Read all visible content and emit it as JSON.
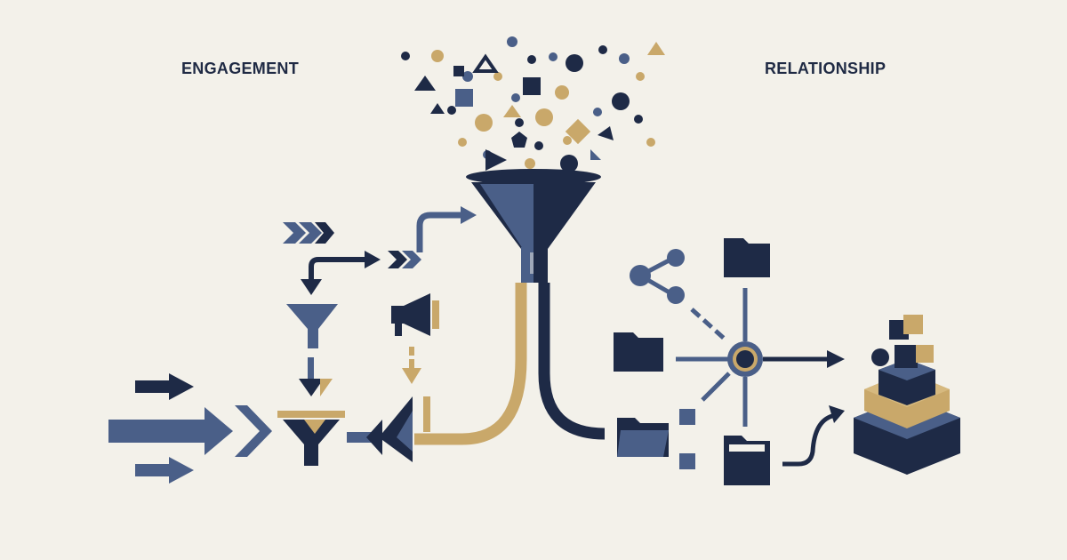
{
  "labels": {
    "left": "ENGAGEMENT",
    "right": "RELATIONSHIP"
  },
  "colors": {
    "background": "#f3f1ea",
    "navy": "#1e2a46",
    "slate": "#4a5f88",
    "gold": "#c9a86a"
  },
  "icons": [
    "scattered-shapes",
    "main-funnel",
    "small-funnel-icon",
    "megaphone-icon",
    "share-icon",
    "folder-icon",
    "hub-icon",
    "stacked-blocks-icon",
    "arrow-icon",
    "chevron-icon"
  ]
}
